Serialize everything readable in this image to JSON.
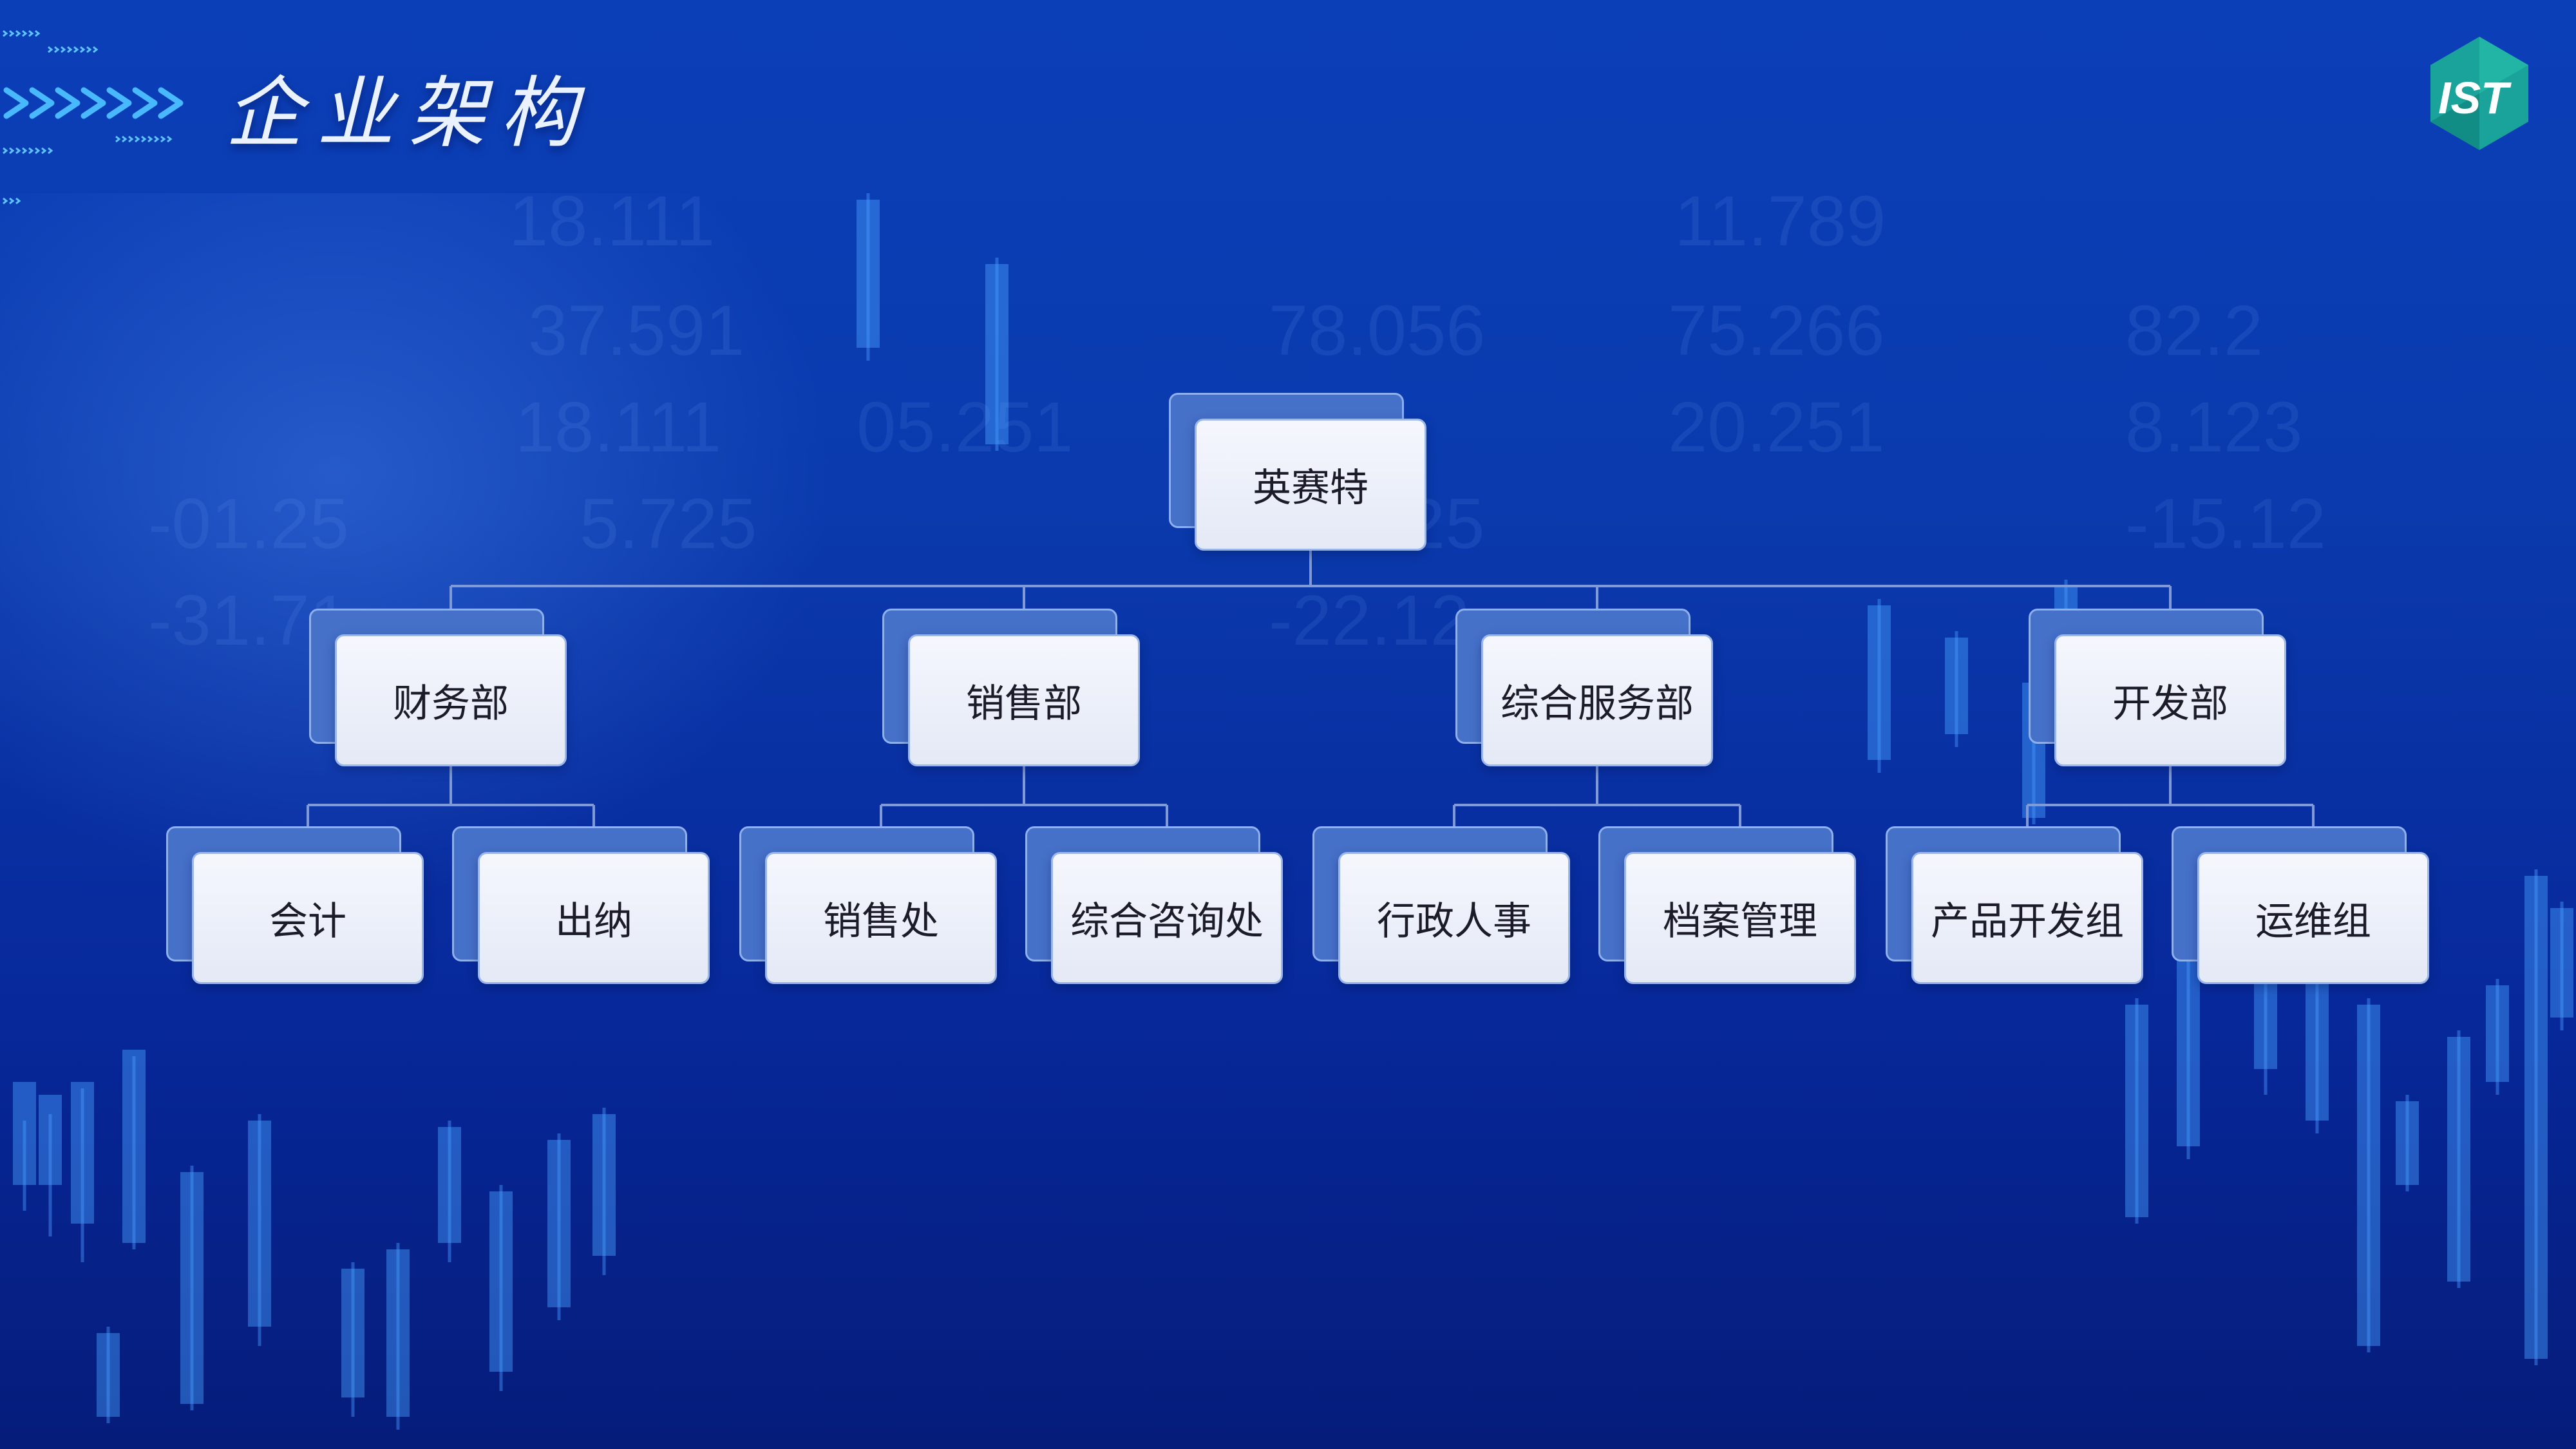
{
  "title": "企业架构",
  "logo": {
    "text": "IST",
    "color": "#1aa39a"
  },
  "background_numbers": [
    "18.111",
    "11.789",
    "37.591",
    "78.056",
    "75.266",
    "18.111",
    "05.251",
    "20.251",
    "5.725",
    "25.25",
    "82.2",
    "8.123",
    "-15.12",
    "-01.25",
    "-31.71",
    "-22.12"
  ],
  "org_chart": {
    "root": "英赛特",
    "departments": [
      {
        "name": "财务部",
        "children": [
          "会计",
          "出纳"
        ]
      },
      {
        "name": "销售部",
        "children": [
          "销售处",
          "综合咨询处"
        ]
      },
      {
        "name": "综合服务部",
        "children": [
          "行政人事",
          "档案管理"
        ]
      },
      {
        "name": "开发部",
        "children": [
          "产品开发组",
          "运维组"
        ]
      }
    ]
  },
  "colors": {
    "node_back": "#4671c9",
    "node_front": "#f0f3fb",
    "connector": "#7f9ad6",
    "background": "#0a3aad"
  }
}
